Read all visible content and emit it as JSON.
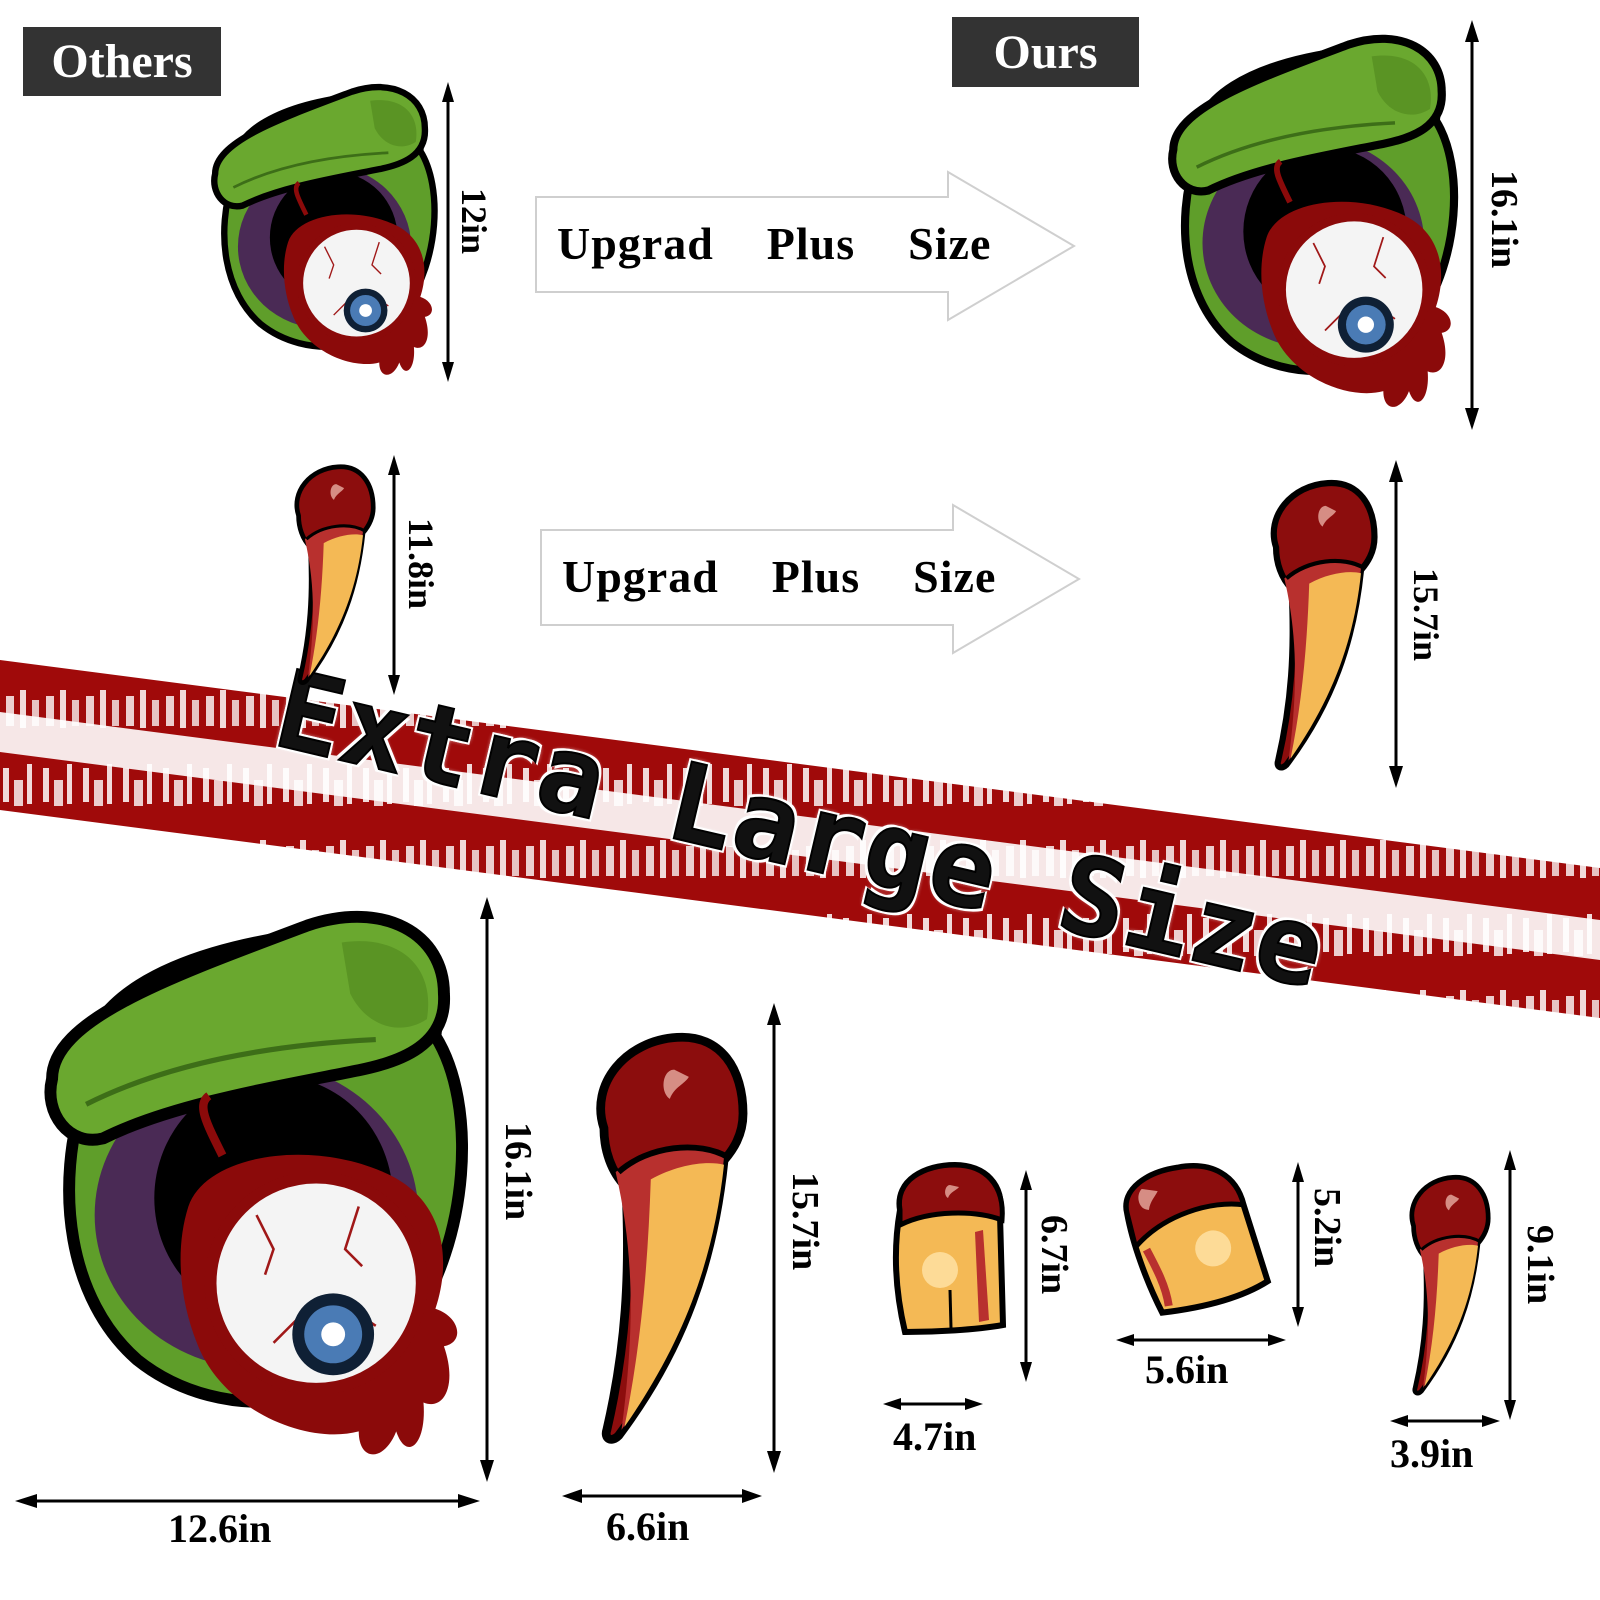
{
  "headers": {
    "others": "Others",
    "ours": "Ours"
  },
  "upgrade_arrows": [
    {
      "label": "Upgrad  Plus  Size"
    },
    {
      "label": "Upgrad  Plus  Size"
    }
  ],
  "banner": {
    "text": "Extra Large Size",
    "color": "#a00a0a"
  },
  "comparison": {
    "others_eye_height": "12in",
    "others_fang_height": "11.8in",
    "ours_eye_height": "16.1in",
    "ours_fang_height": "15.7in"
  },
  "pieces": [
    {
      "name": "eye",
      "height": "16.1in",
      "width": "12.6in"
    },
    {
      "name": "large-fang",
      "height": "15.7in",
      "width": "6.6in"
    },
    {
      "name": "square-tooth",
      "height": "6.7in",
      "width": "4.7in"
    },
    {
      "name": "tilted-tooth",
      "height": "5.2in",
      "width": "5.6in"
    },
    {
      "name": "small-fang",
      "height": "9.1in",
      "width": "3.9in"
    }
  ],
  "colors": {
    "lid_green": "#5f9e2a",
    "lid_green_light": "#78b83a",
    "socket_purple": "#4a2a55",
    "blood_red": "#8b0a0a",
    "tooth_gum": "#8c0d0d",
    "tooth_gum_light": "#b8302e",
    "tooth_yellow": "#f4b955",
    "iris_blue": "#4a7bb5",
    "label_bg": "#333333"
  }
}
